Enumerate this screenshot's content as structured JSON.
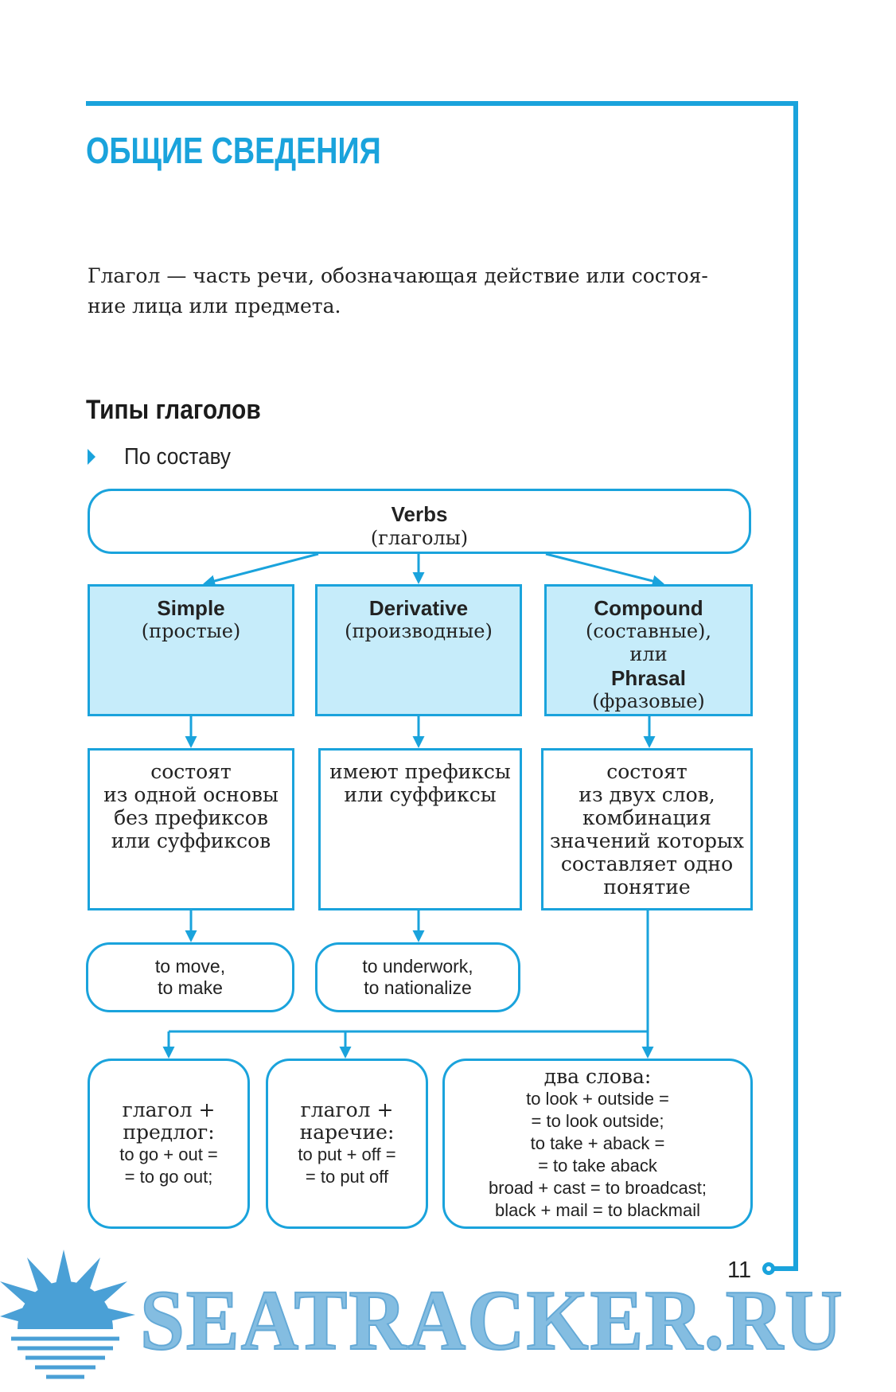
{
  "page": {
    "title": "ОБЩИЕ СВЕДЕНИЯ",
    "intro_line1": "Глагол — часть речи, обозначающая действие или состоя-",
    "intro_line2": "ние лица или предмета.",
    "subtitle": "Типы глаголов",
    "bullet": "По составу",
    "page_number": "11",
    "watermark": "SEATRACKER.RU"
  },
  "colors": {
    "accent": "#1aa3dc",
    "box_fill": "#c6ecfa",
    "watermark": "#6fb2dc"
  },
  "diagram": {
    "root": {
      "en": "Verbs",
      "ru": "(глаголы)"
    },
    "types": [
      {
        "en": "Simple",
        "ru": "(простые)",
        "desc": [
          "состоят",
          "из одной основы",
          "без префиксов",
          "или суффиксов"
        ],
        "example": [
          "to move,",
          "to make"
        ]
      },
      {
        "en": "Derivative",
        "ru": "(производные)",
        "desc": [
          "имеют префиксы",
          "или суффиксы"
        ],
        "example": [
          "to underwork,",
          "to nationalize"
        ]
      },
      {
        "en": "Compound",
        "ru": "(составные),",
        "ru_or": "или",
        "en2": "Phrasal",
        "ru2": "(фразовые)",
        "desc": [
          "состоят",
          "из двух слов,",
          "комбинация",
          "значений которых",
          "составляет одно",
          "понятие"
        ]
      }
    ],
    "compound_kinds": [
      {
        "ru": [
          "глагол +",
          "предлог:"
        ],
        "en": [
          "to go + out =",
          "= to go out;"
        ]
      },
      {
        "ru": [
          "глагол +",
          "наречие:"
        ],
        "en": [
          "to put + off =",
          "= to put off"
        ]
      },
      {
        "ru": [
          "два слова:"
        ],
        "en": [
          "to look + outside =",
          "= to look outside;",
          "to take + aback =",
          "= to take aback",
          "broad + cast = to broadcast;",
          "black + mail = to blackmail"
        ]
      }
    ]
  }
}
